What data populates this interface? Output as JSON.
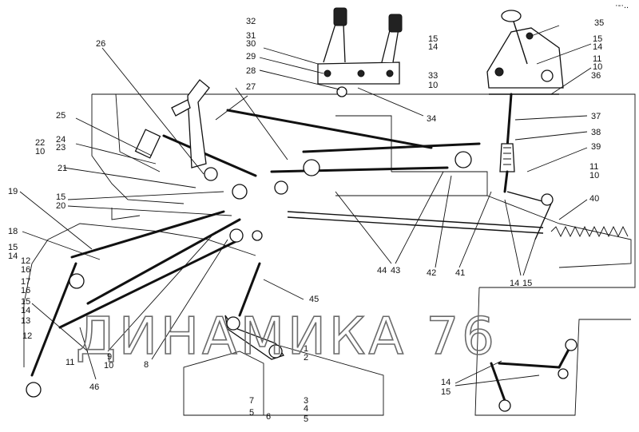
{
  "watermark": "ДИНАМИКА 76",
  "corner_mark": "·-·..",
  "callouts": [
    {
      "id": "c32",
      "text": "32"
    },
    {
      "id": "c31",
      "text": "31"
    },
    {
      "id": "c30",
      "text": "30"
    },
    {
      "id": "c29",
      "text": "29"
    },
    {
      "id": "c28",
      "text": "28"
    },
    {
      "id": "c27",
      "text": "27"
    },
    {
      "id": "c26",
      "text": "26"
    },
    {
      "id": "c25",
      "text": "25"
    },
    {
      "id": "c24",
      "text": "24"
    },
    {
      "id": "c23",
      "text": "23"
    },
    {
      "id": "c22",
      "text": "22"
    },
    {
      "id": "c10a",
      "text": "10"
    },
    {
      "id": "c21",
      "text": "21"
    },
    {
      "id": "c19",
      "text": "19"
    },
    {
      "id": "c15a",
      "text": "15"
    },
    {
      "id": "c20",
      "text": "20"
    },
    {
      "id": "c18",
      "text": "18"
    },
    {
      "id": "c15b",
      "text": "15"
    },
    {
      "id": "c14a",
      "text": "14"
    },
    {
      "id": "c12a",
      "text": "12"
    },
    {
      "id": "c16a",
      "text": "16"
    },
    {
      "id": "c17",
      "text": "17"
    },
    {
      "id": "c16b",
      "text": "16"
    },
    {
      "id": "c15c",
      "text": "15"
    },
    {
      "id": "c14b",
      "text": "14"
    },
    {
      "id": "c13",
      "text": "13"
    },
    {
      "id": "c12b",
      "text": "12"
    },
    {
      "id": "c11a",
      "text": "11"
    },
    {
      "id": "c46",
      "text": "46"
    },
    {
      "id": "c9",
      "text": "9"
    },
    {
      "id": "c10b",
      "text": "10"
    },
    {
      "id": "c8",
      "text": "8"
    },
    {
      "id": "c45",
      "text": "45"
    },
    {
      "id": "c1",
      "text": "1"
    },
    {
      "id": "c2",
      "text": "2"
    },
    {
      "id": "c7",
      "text": "7"
    },
    {
      "id": "c5a",
      "text": "5"
    },
    {
      "id": "c6",
      "text": "6"
    },
    {
      "id": "c3",
      "text": "3"
    },
    {
      "id": "c4",
      "text": "4"
    },
    {
      "id": "c5b",
      "text": "5"
    },
    {
      "id": "c15d",
      "text": "15"
    },
    {
      "id": "c14c",
      "text": "14"
    },
    {
      "id": "c33",
      "text": "33"
    },
    {
      "id": "c10c",
      "text": "10"
    },
    {
      "id": "c34",
      "text": "34"
    },
    {
      "id": "c35",
      "text": "35"
    },
    {
      "id": "c15e",
      "text": "15"
    },
    {
      "id": "c14d",
      "text": "14"
    },
    {
      "id": "c11b",
      "text": "11"
    },
    {
      "id": "c10d",
      "text": "10"
    },
    {
      "id": "c36",
      "text": "36"
    },
    {
      "id": "c37",
      "text": "37"
    },
    {
      "id": "c38",
      "text": "38"
    },
    {
      "id": "c39",
      "text": "39"
    },
    {
      "id": "c11c",
      "text": "11"
    },
    {
      "id": "c10e",
      "text": "10"
    },
    {
      "id": "c40",
      "text": "40"
    },
    {
      "id": "c44",
      "text": "44"
    },
    {
      "id": "c43",
      "text": "43"
    },
    {
      "id": "c42",
      "text": "42"
    },
    {
      "id": "c41",
      "text": "41"
    },
    {
      "id": "c14e",
      "text": "14"
    },
    {
      "id": "c15f",
      "text": "15"
    },
    {
      "id": "c14f",
      "text": "14"
    },
    {
      "id": "c15g",
      "text": "15"
    }
  ]
}
